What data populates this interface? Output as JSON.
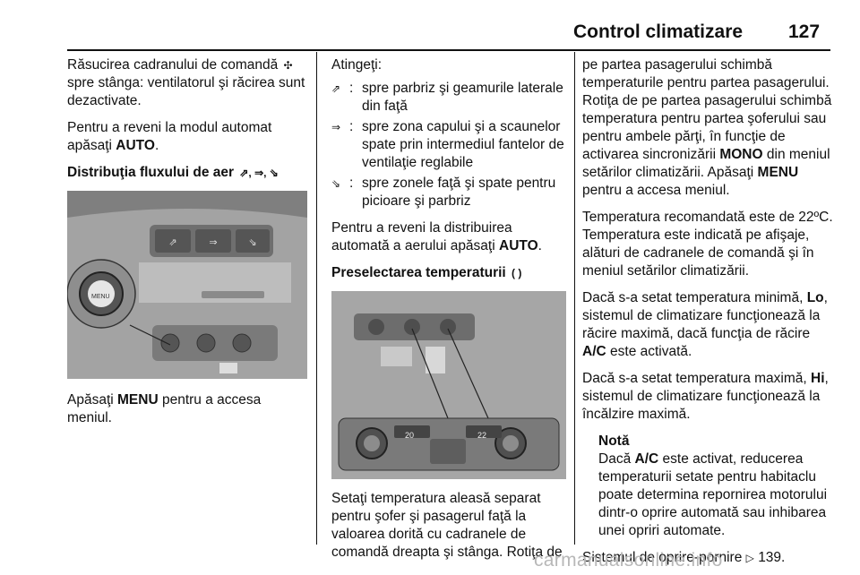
{
  "header": {
    "title": "Control climatizare",
    "page_number": "127"
  },
  "col1": {
    "p1": "Răsucirea cadranului de comandă",
    "p1_icon": "fan-icon",
    "p1_rest": "spre stânga: ventilatorul şi răcirea sunt dezactivate.",
    "p2": "Pentru a reveni la modul automat apăsaţi",
    "p2_bold": "AUTO",
    "p2_end": ".",
    "heading": "Distribuţia fluxului de aer",
    "heading_icons": "⇗, ⇒, ⇘",
    "figure_menu_label": "MENU",
    "p3_pre": "Apăsaţi",
    "p3_bold": "MENU",
    "p3_rest": "pentru a accesa meniul."
  },
  "col2": {
    "intro": "Atingeţi:",
    "items": [
      {
        "icon": "windshield-icon",
        "text": "spre parbriz şi geamurile laterale din faţă"
      },
      {
        "icon": "face-vent-icon",
        "text": "spre zona capului şi a scaunelor spate prin intermediul fantelor de ventilaţie reglabile"
      },
      {
        "icon": "floor-vent-icon",
        "text": "spre zonele faţă şi spate pentru picioare şi parbriz"
      }
    ],
    "p_auto_pre": "Pentru a reveni la distribuirea automată a aerului apăsaţi",
    "p_auto_bold": "AUTO",
    "p_auto_end": ".",
    "heading": "Preselectarea temperaturii",
    "heading_icons": "( )",
    "figure_temp_left": "20",
    "figure_temp_right": "22",
    "p_set": "Setaţi temperatura aleasă separat pentru şofer şi pasagerul faţă la valoarea dorită cu cadranele de comandă dreapta şi stânga. Rotiţa de"
  },
  "col3": {
    "p1_pre": "pe partea pasagerului schimbă temperaturile pentru partea pasagerului. Rotiţa de pe partea pasagerului schimbă temperatura pentru partea şoferului sau pentru ambele părţi, în funcţie de activarea sincronizării",
    "p1_bold1": "MONO",
    "p1_mid": "din meniul setărilor climatizării. Apăsaţi",
    "p1_bold2": "MENU",
    "p1_end": "pentru a accesa meniul.",
    "p2": "Temperatura recomandată este de 22ºC. Temperatura este indicată pe afişaje, alături de cadranele de comandă şi în meniul setărilor climatizării.",
    "p3_pre": "Dacă s-a setat temperatura minimă,",
    "p3_bold1": "Lo",
    "p3_mid": ", sistemul de climatizare funcţionează la răcire maximă, dacă funcţia de răcire",
    "p3_bold2": "A/C",
    "p3_end": "este activată.",
    "p4_pre": "Dacă s-a setat temperatura maximă,",
    "p4_bold": "Hi",
    "p4_end": ", sistemul de climatizare funcţionează la încălzire maximă.",
    "note_title": "Notă",
    "note_pre": "Dacă",
    "note_bold": "A/C",
    "note_rest": "este activat, reducerea temperaturii setate pentru habitaclu poate determina repornirea motorului dintr-o oprire automată sau inhibarea unei opriri automate.",
    "p5_pre": "Sistemul de oprire-pornire",
    "p5_ref": "139."
  },
  "watermark": "carmanualsonline.info"
}
